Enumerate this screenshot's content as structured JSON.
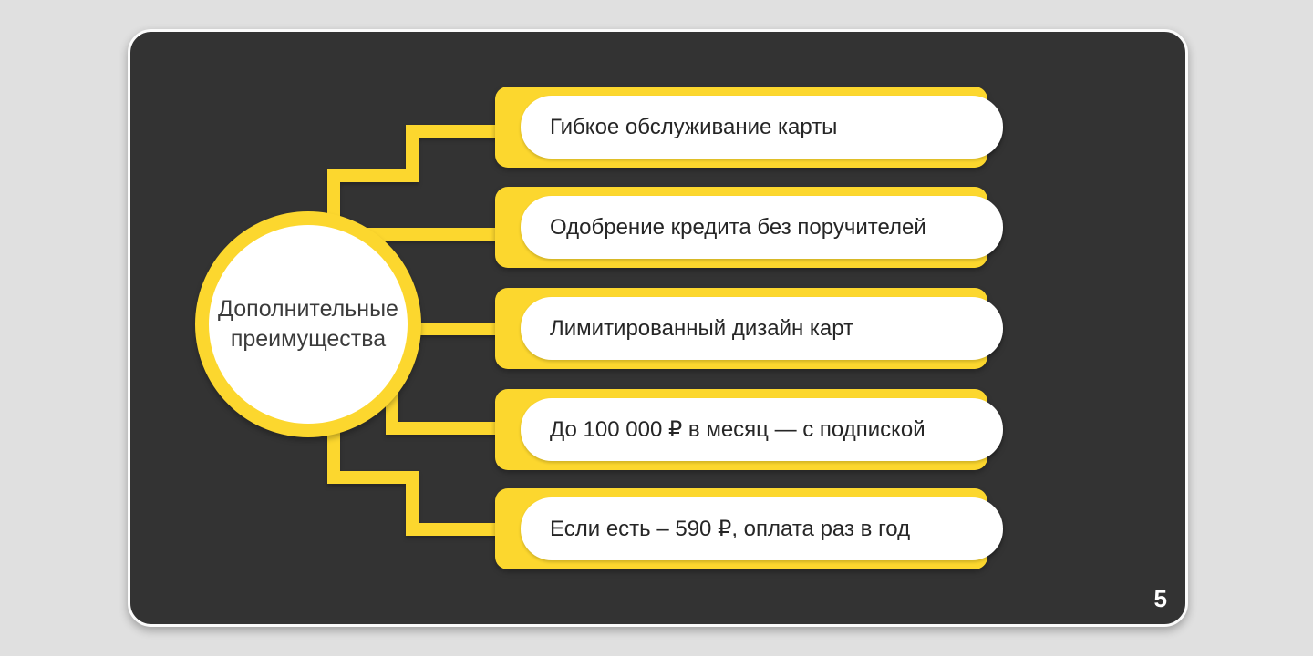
{
  "slide": {
    "page_number": "5",
    "background_color": "#e0e0e0",
    "card_color": "#333333",
    "accent_yellow": "#fcd72e",
    "node_fill": "#ffffff",
    "text_color": "#262626"
  },
  "center_node": {
    "lines": [
      "Дополнительные",
      "преимущества"
    ]
  },
  "benefits": [
    "Гибкое обслуживание карты",
    "Одобрение кредита без поручителей",
    "Лимитированный дизайн карт",
    "До 100 000 ₽ в месяц — с подпиской",
    "Если есть – 590 ₽, оплата раз в год"
  ]
}
